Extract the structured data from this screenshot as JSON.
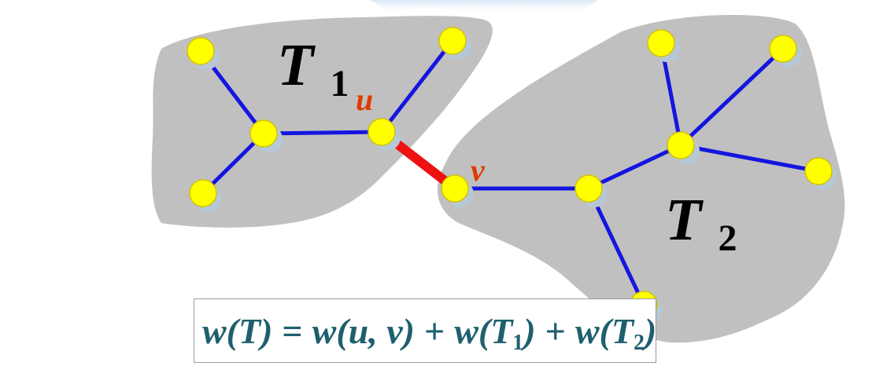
{
  "colors": {
    "background": "#ffffff",
    "region_fill": "#c0c0c0",
    "tree_edge": "#1515e0",
    "cut_edge": "#ee1111",
    "node_fill": "#ffff00",
    "node_stroke": "#d4c200",
    "node_shadow": "#b6c8d6",
    "label_black": "#000000",
    "label_red": "#e03a00",
    "formula_text": "#1e5f6e"
  },
  "tree_labels": {
    "t1_letter": "T",
    "t1_sub": "1",
    "t2_letter": "T",
    "t2_sub": "2"
  },
  "vertex_labels": {
    "u": "u",
    "v": "v"
  },
  "formula": {
    "lhs": "w(T)",
    "eq": "=",
    "term1": "w(u, v)",
    "plus1": "+",
    "term2_open": "w(T",
    "term2_sub": "1",
    "term2_close": ")",
    "plus2": "+",
    "term3_open": "w(T",
    "term3_sub": "2",
    "term3_close": ")"
  }
}
